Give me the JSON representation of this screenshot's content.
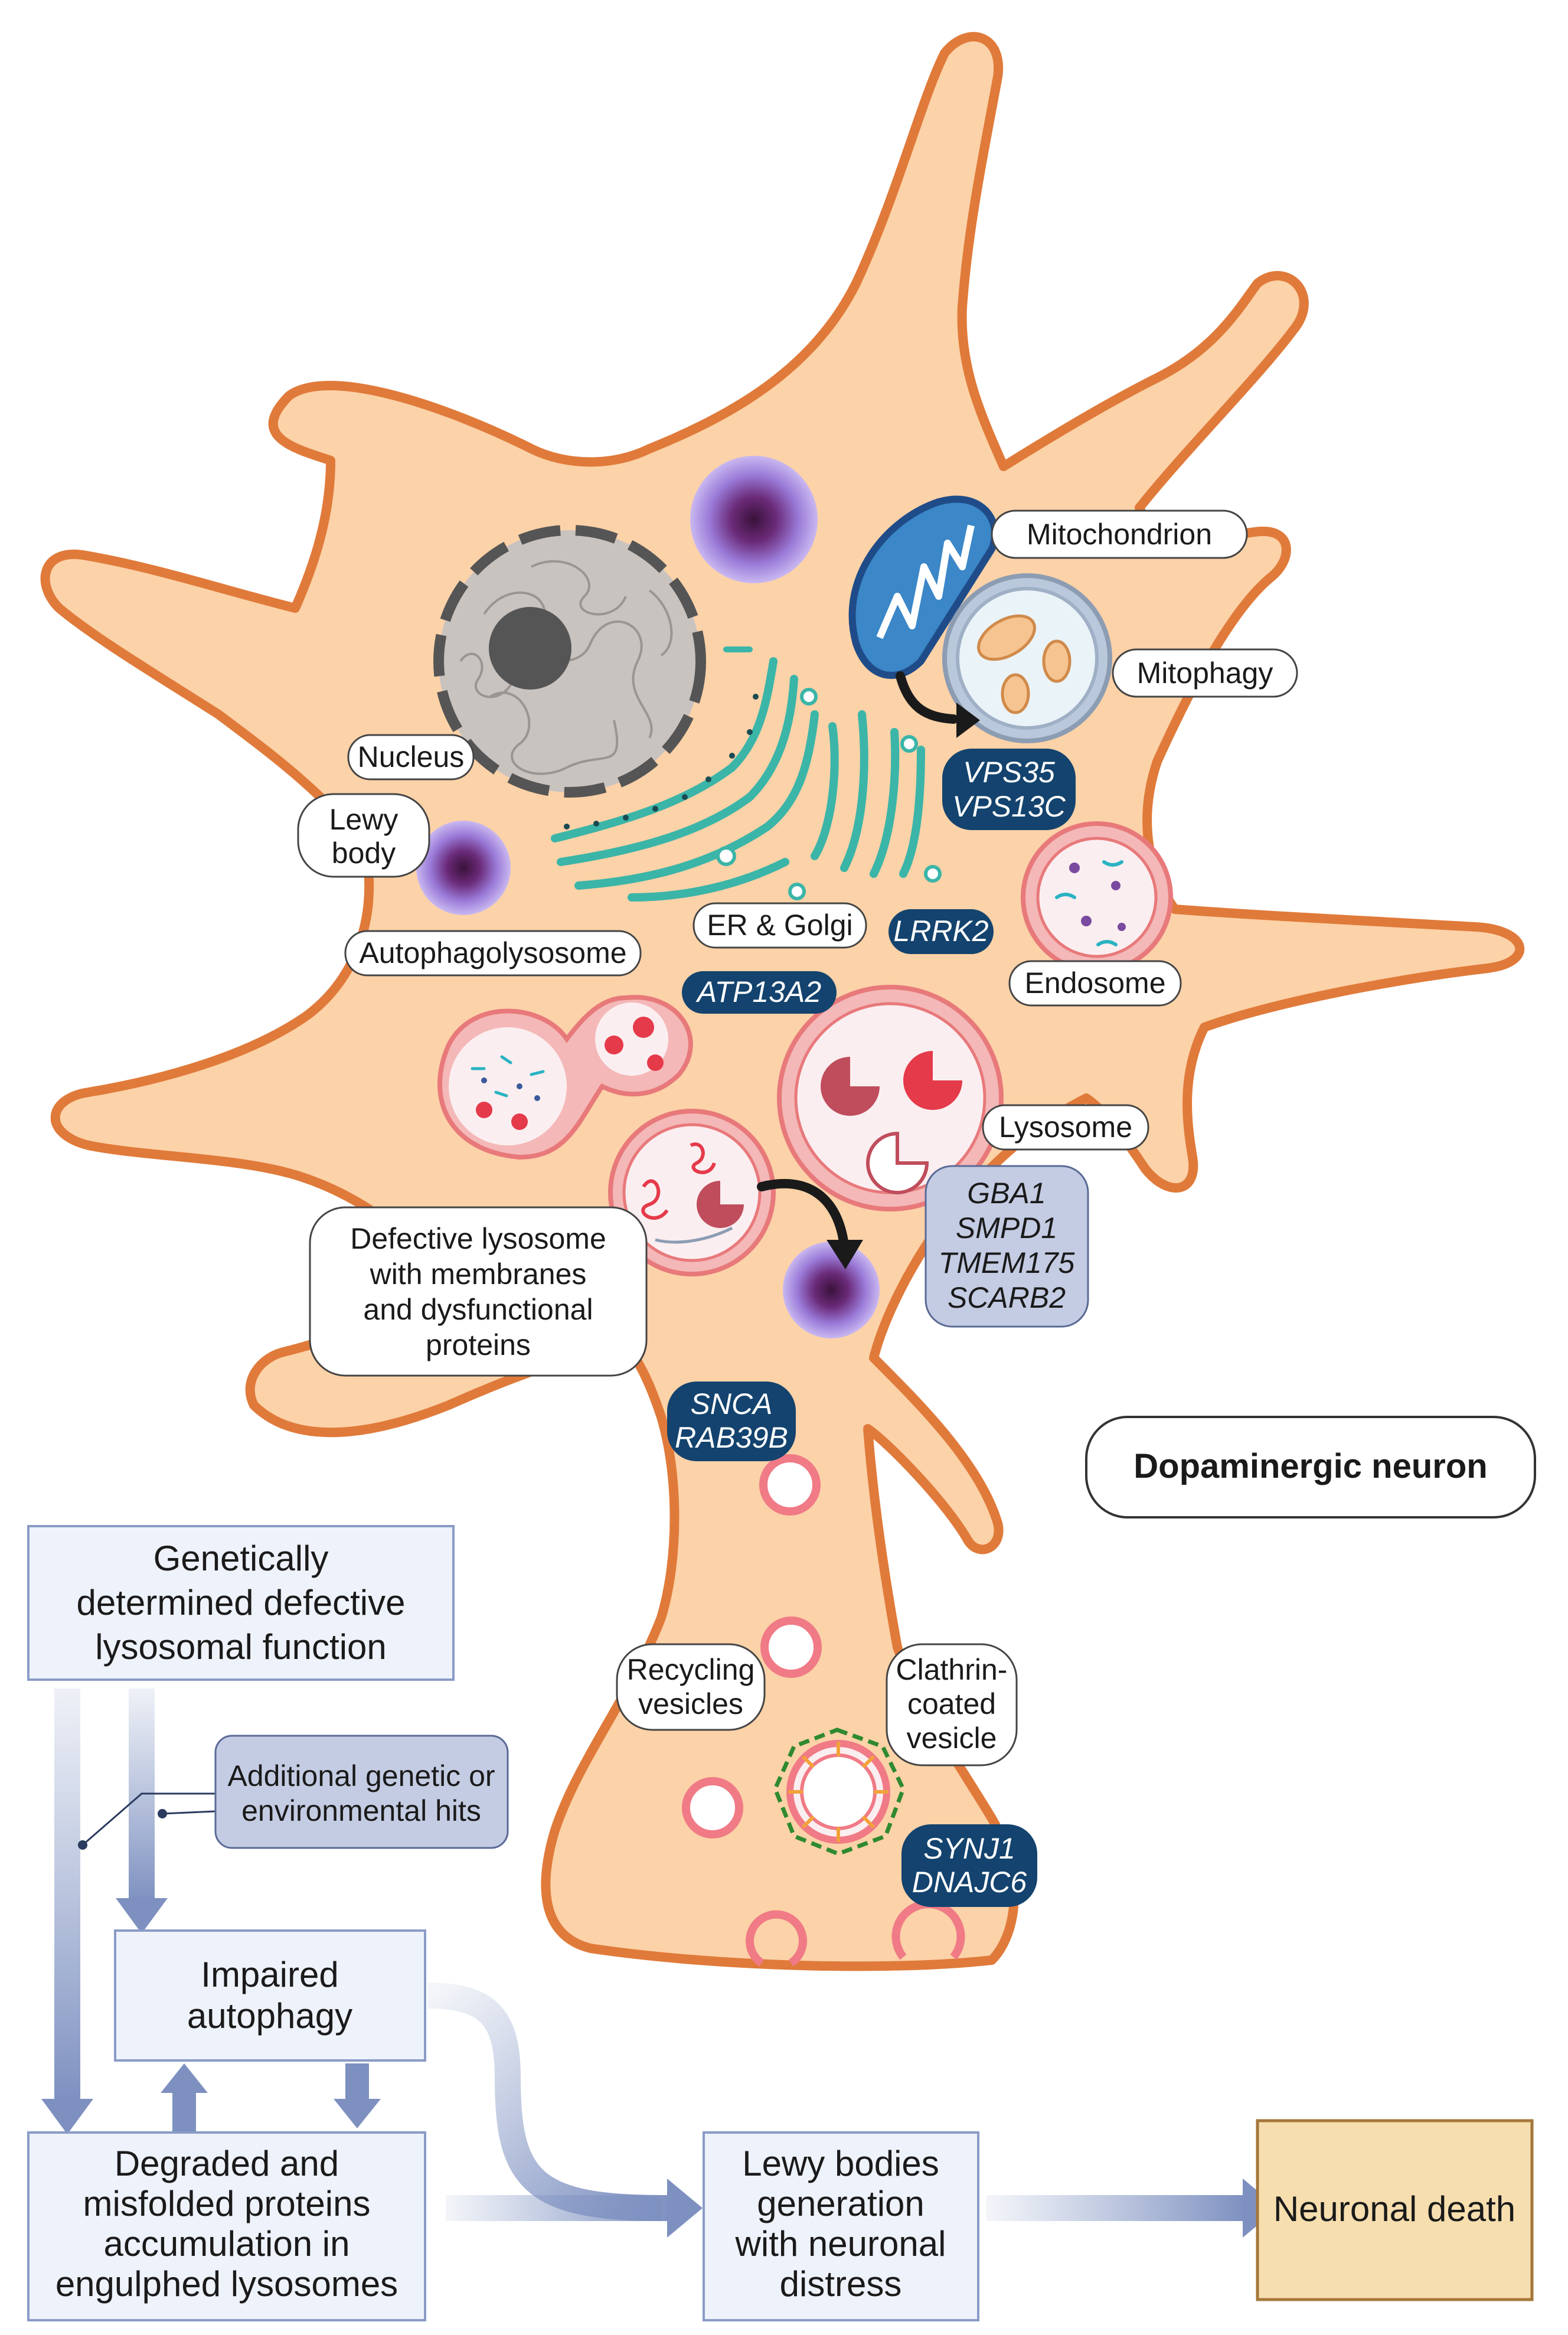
{
  "labels": {
    "mitochondrion": "Mitochondrion",
    "mitophagy": "Mitophagy",
    "nucleus": "Nucleus",
    "lewy_body_line1": "Lewy",
    "lewy_body_line2": "body",
    "er_golgi": "ER & Golgi",
    "endosome": "Endosome",
    "autophagolysosome": "Autophagolysosome",
    "lysosome": "Lysosome",
    "defective_lysosome": [
      "Defective lysosome",
      "with membranes",
      "and dysfunctional",
      "proteins"
    ],
    "recycling_vesicles": [
      "Recycling",
      "vesicles"
    ],
    "clathrin_coated_vesicle": [
      "Clathrin-",
      "coated",
      "vesicle"
    ],
    "neuron_title": "Dopaminergic neuron"
  },
  "genes": {
    "vps": [
      "VPS35",
      "VPS13C"
    ],
    "lrrk2": "LRRK2",
    "atp13a2": "ATP13A2",
    "lysosomal": [
      "GBA1",
      "SMPD1",
      "TMEM175",
      "SCARB2"
    ],
    "snca": [
      "SNCA",
      "RAB39B"
    ],
    "synj1": [
      "SYNJ1",
      "DNAJC6"
    ]
  },
  "flow": {
    "genetic": [
      "Genetically",
      "determined defective",
      "lysosomal function"
    ],
    "additional": [
      "Additional genetic or",
      "environmental hits"
    ],
    "impaired": [
      "Impaired",
      "autophagy"
    ],
    "degraded": [
      "Degraded and",
      "misfolded proteins",
      "accumulation in",
      "engulphed lysosomes"
    ],
    "lewy_generation": [
      "Lewy bodies",
      "generation",
      "with neuronal",
      "distress"
    ],
    "death": "Neuronal death"
  },
  "colors": {
    "cell_fill": "#fcd2a8",
    "cell_outline": "#e07a3a",
    "gene_dark": "#13436e",
    "gene_light": "#c4cce3",
    "flow_box": "#eef2fa",
    "flow_border": "#8a9bc6",
    "death_fill": "#f6deaf",
    "death_border": "#a5773a",
    "arrow": "#8ea0c8"
  }
}
